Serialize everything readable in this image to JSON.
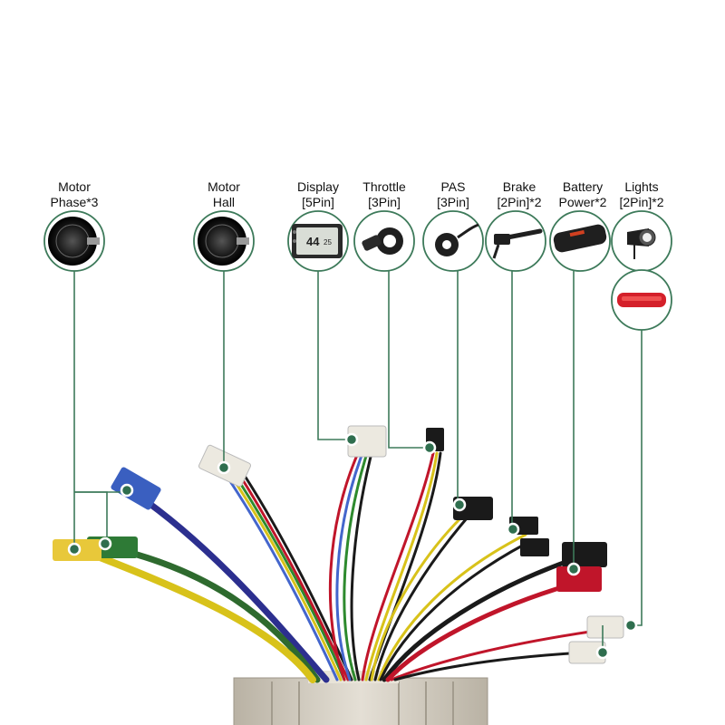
{
  "components": [
    {
      "id": "motor-phase",
      "line1": "Motor",
      "line2": "Phase*3",
      "icon": "hub-motor-icon"
    },
    {
      "id": "motor-hall",
      "line1": "Motor",
      "line2": "Hall",
      "icon": "hub-motor-icon"
    },
    {
      "id": "display",
      "line1": "Display",
      "line2": "[5Pin]",
      "icon": "lcd-display-icon",
      "screen_text": "44",
      "screen_sub": "25"
    },
    {
      "id": "throttle",
      "line1": "Throttle",
      "line2": "[3Pin]",
      "icon": "thumb-throttle-icon"
    },
    {
      "id": "pas",
      "line1": "PAS",
      "line2": "[3Pin]",
      "icon": "pas-sensor-icon"
    },
    {
      "id": "brake",
      "line1": "Brake",
      "line2": "[2Pin]*2",
      "icon": "brake-lever-icon"
    },
    {
      "id": "battery",
      "line1": "Battery",
      "line2": "Power*2",
      "icon": "battery-pack-icon"
    },
    {
      "id": "lights",
      "line1": "Lights",
      "line2": "[2Pin]*2",
      "icon": "headlight-icon",
      "icon2": "tail-light-icon"
    }
  ],
  "colors": {
    "leader": "#3d7a5a",
    "dot_ring": "#2f6e4e",
    "wire_blue": "#2c2f8f",
    "wire_green": "#2e6a2e",
    "wire_yellow": "#d8c21a",
    "wire_red": "#c0152a",
    "wire_black": "#1a1a1a",
    "controller": "#cfc8bb"
  }
}
